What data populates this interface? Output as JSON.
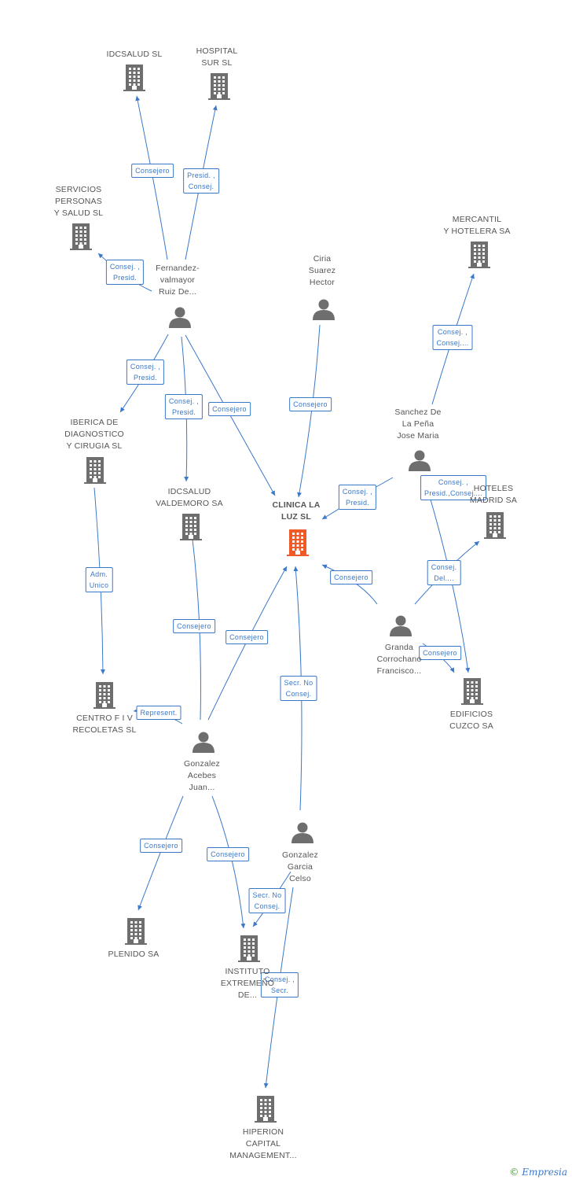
{
  "nodes": [
    {
      "id": "idcsalud",
      "kind": "company",
      "label": "IDCSALUD  SL"
    },
    {
      "id": "hospital_sur",
      "kind": "company",
      "label": "HOSPITAL\nSUR SL"
    },
    {
      "id": "servicios",
      "kind": "company",
      "label": "SERVICIOS\nPERSONAS\nY SALUD  SL"
    },
    {
      "id": "fernandez",
      "kind": "person",
      "label": "Fernandez-\nvalmayor\nRuiz De..."
    },
    {
      "id": "ciria",
      "kind": "person",
      "label": "Ciria\nSuarez\nHector"
    },
    {
      "id": "mercantil",
      "kind": "company",
      "label": "MERCANTIL\nY HOTELERA SA"
    },
    {
      "id": "sanchez",
      "kind": "person",
      "label": "Sanchez De\nLa Peña\nJose Maria"
    },
    {
      "id": "iberica",
      "kind": "company",
      "label": "IBERICA DE\nDIAGNOSTICO\nY CIRUGIA SL"
    },
    {
      "id": "idcsalud_valdemoro",
      "kind": "company",
      "label": "IDCSALUD\nVALDEMORO SA"
    },
    {
      "id": "clinica",
      "kind": "focus",
      "label": "CLINICA LA\nLUZ SL"
    },
    {
      "id": "hoteles",
      "kind": "company",
      "label": "HOTELES\nMADRID SA"
    },
    {
      "id": "granda",
      "kind": "person",
      "label": "Granda\nCorrochano\nFrancisco..."
    },
    {
      "id": "edificios",
      "kind": "company",
      "label": "EDIFICIOS\nCUZCO SA"
    },
    {
      "id": "centro",
      "kind": "company",
      "label": "CENTRO F I V\nRECOLETAS SL"
    },
    {
      "id": "gonzalez_acebes",
      "kind": "person",
      "label": "Gonzalez\nAcebes\nJuan..."
    },
    {
      "id": "gonzalez_garcia",
      "kind": "person",
      "label": "Gonzalez\nGarcia\nCelso"
    },
    {
      "id": "plenido",
      "kind": "company",
      "label": "PLENIDO SA"
    },
    {
      "id": "instituto",
      "kind": "company",
      "label": "INSTITUTO\nEXTREMEÑO\nDE..."
    },
    {
      "id": "hiperion",
      "kind": "company",
      "label": "HIPERION\nCAPITAL\nMANAGEMENT..."
    }
  ],
  "edges": [
    {
      "from": "fernandez",
      "to": "idcsalud",
      "label": "Consejero"
    },
    {
      "from": "fernandez",
      "to": "hospital_sur",
      "label": "Presid. ,\nConsej."
    },
    {
      "from": "fernandez",
      "to": "servicios",
      "label": "Consej. ,\nPresid."
    },
    {
      "from": "fernandez",
      "to": "iberica",
      "label": "Consej. ,\nPresid."
    },
    {
      "from": "fernandez",
      "to": "idcsalud_valdemoro",
      "label": "Consej. ,\nPresid."
    },
    {
      "from": "fernandez",
      "to": "clinica",
      "label": "Consejero"
    },
    {
      "from": "ciria",
      "to": "clinica",
      "label": "Consejero"
    },
    {
      "from": "sanchez",
      "to": "mercantil",
      "label": "Consej. ,\nConsej...."
    },
    {
      "from": "sanchez",
      "to": "clinica",
      "label": "Consej. ,\nPresid."
    },
    {
      "from": "sanchez",
      "to": "edificios",
      "label": "Consej. ,\nPresid.,Consej...."
    },
    {
      "from": "granda",
      "to": "clinica",
      "label": "Consejero"
    },
    {
      "from": "granda",
      "to": "hoteles",
      "label": "Consej.\nDel...."
    },
    {
      "from": "granda",
      "to": "edificios",
      "label": "Consejero"
    },
    {
      "from": "iberica",
      "to": "centro",
      "label": "Adm.\nUnico"
    },
    {
      "from": "gonzalez_acebes",
      "to": "idcsalud_valdemoro",
      "label": "Consejero"
    },
    {
      "from": "gonzalez_acebes",
      "to": "clinica",
      "label": "Consejero"
    },
    {
      "from": "gonzalez_acebes",
      "to": "centro",
      "label": "Represent."
    },
    {
      "from": "gonzalez_acebes",
      "to": "plenido",
      "label": "Consejero"
    },
    {
      "from": "gonzalez_acebes",
      "to": "instituto",
      "label": "Consejero"
    },
    {
      "from": "gonzalez_garcia",
      "to": "clinica",
      "label": "Secr.  No\nConsej."
    },
    {
      "from": "gonzalez_garcia",
      "to": "instituto",
      "label": "Secr.  No\nConsej."
    },
    {
      "from": "gonzalez_garcia",
      "to": "hiperion",
      "label": "Consej. ,\nSecr."
    }
  ],
  "colors": {
    "edge": "#3a78c9",
    "company_icon": "#6e6e6e",
    "focus_icon": "#f05a28",
    "person_icon": "#6e6e6e"
  },
  "footer": {
    "symbol": "©",
    "brand": "Empresia"
  }
}
